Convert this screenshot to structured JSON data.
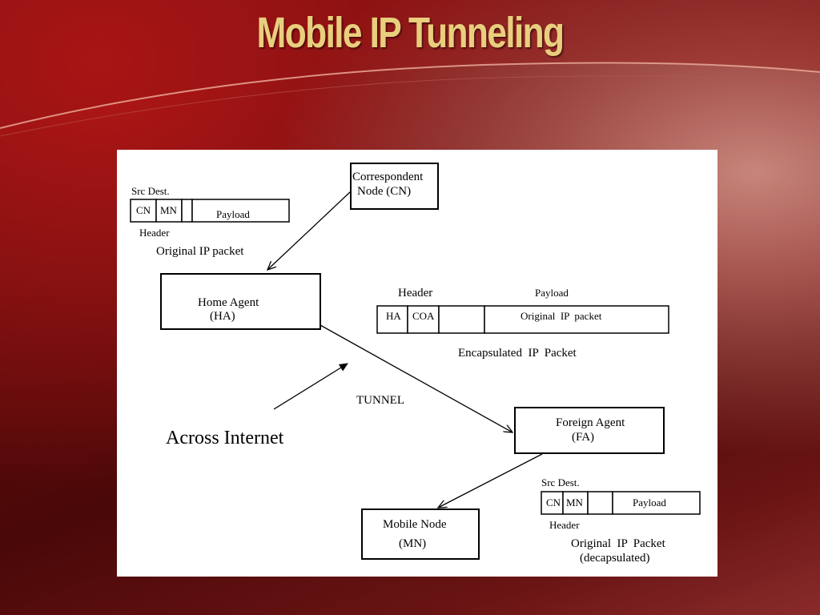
{
  "slide": {
    "title": "Mobile IP Tunneling"
  },
  "diagram": {
    "nodes": {
      "cn": {
        "line1": "Correspondent",
        "line2": "Node (CN)"
      },
      "ha": {
        "line1": "Home Agent",
        "line2": "(HA)"
      },
      "fa": {
        "line1": "Foreign Agent",
        "line2": "(FA)"
      },
      "mn": {
        "line1": "Mobile Node",
        "line2": "(MN)"
      }
    },
    "original_packet": {
      "src_dest_label": "Src Dest.",
      "cells": [
        "CN",
        "MN",
        "",
        "Payload"
      ],
      "header_label": "Header",
      "caption": "Original IP packet"
    },
    "encapsulated_packet": {
      "header_label": "Header",
      "payload_label": "Payload",
      "cells": [
        "HA",
        "COA",
        "",
        "Original  IP  packet"
      ],
      "caption": "Encapsulated  IP  Packet"
    },
    "decapsulated_packet": {
      "src_dest_label": "Src Dest.",
      "cells": [
        "CN",
        "MN",
        "",
        "Payload"
      ],
      "header_label": "Header",
      "caption_line1": "Original  IP  Packet",
      "caption_line2": "(decapsulated)"
    },
    "tunnel_label": "TUNNEL",
    "internet_label": "Across Internet"
  }
}
